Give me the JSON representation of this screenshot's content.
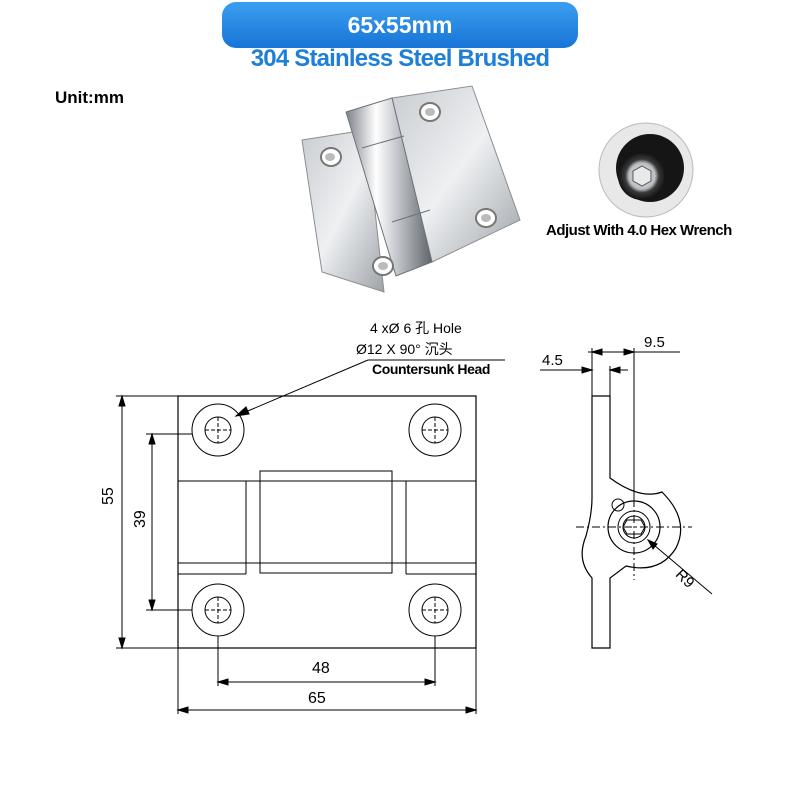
{
  "header": {
    "title": "65x55mm",
    "subtitle": "304 Stainless Steel Brushed"
  },
  "unit_label": "Unit:mm",
  "detail_caption": "Adjust With 4.0 Hex Wrench",
  "callout": {
    "line1": "4 xØ 6 孔 Hole",
    "line2": "Ø12 X 90° 沉头",
    "line3": "Countersunk Head"
  },
  "dimensions": {
    "overall_width": "65",
    "hole_spacing_horizontal": "48",
    "overall_height": "55",
    "hole_spacing_vertical": "39",
    "plate_thickness": "4.5",
    "knuckle_width": "9.5",
    "knuckle_radius": "R9"
  },
  "colors": {
    "title_bar": "#1e7fd8",
    "subtitle": "#1e7fd8"
  }
}
